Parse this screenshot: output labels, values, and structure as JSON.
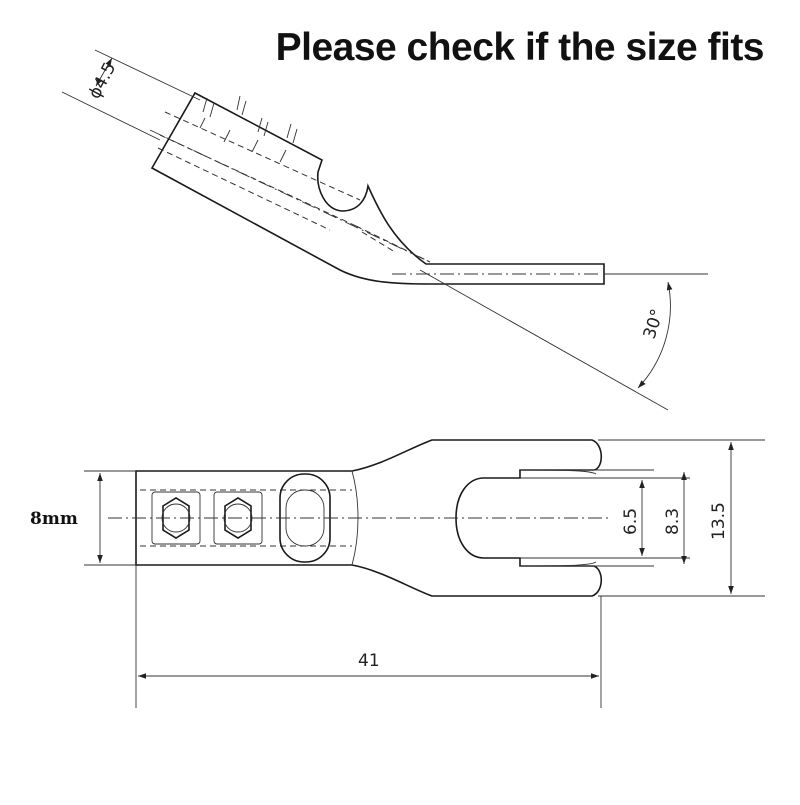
{
  "title": "Please check if the size fits",
  "side_view": {
    "tube_diameter": "ϕ4.5",
    "bend_angle": "30°"
  },
  "top_view": {
    "tube_width": "8mm",
    "fork_slot": "6.5",
    "fork_inner": "8.3",
    "fork_outer": "13.5",
    "overall_length": "41"
  },
  "colors": {
    "line": "#1a1a1a",
    "background": "#ffffff"
  }
}
